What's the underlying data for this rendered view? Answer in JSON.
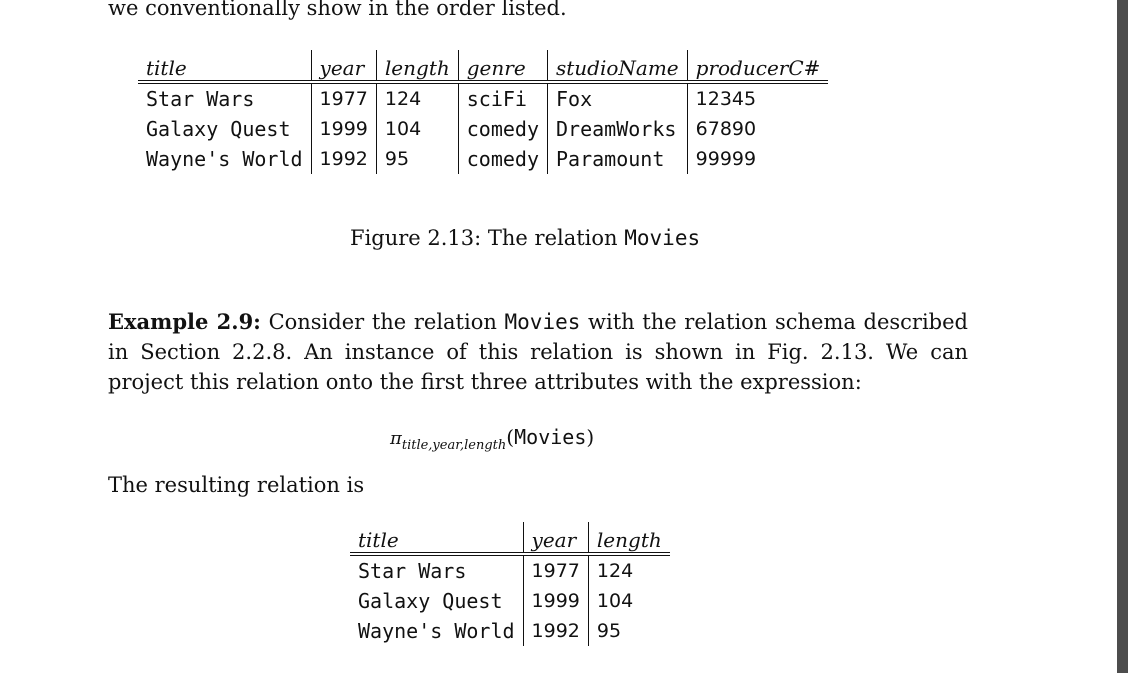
{
  "top_text": "we conventionally show in the order listed.",
  "movies_table": {
    "headers": [
      "title",
      "year",
      "length",
      "genre",
      "studioName",
      "producerC#"
    ],
    "rows": [
      [
        "Star Wars",
        "1977",
        "124",
        "sciFi",
        "Fox",
        "12345"
      ],
      [
        "Galaxy Quest",
        "1999",
        "104",
        "comedy",
        "DreamWorks",
        "67890"
      ],
      [
        "Wayne's World",
        "1992",
        "95",
        "comedy",
        "Paramount",
        "99999"
      ]
    ]
  },
  "figure_caption": {
    "prefix": "Figure 2.13: The relation ",
    "name": "Movies"
  },
  "example": {
    "label": "Example 2.9:",
    "text_before_name": " Consider the relation ",
    "name": "Movies",
    "text_after_name": " with the relation schema described in Section 2.2.8. An instance of this relation is shown in Fig. 2.13. We can project this relation onto the first three attributes with the expression:"
  },
  "expression": {
    "symbol": "π",
    "subscript": "title,year,length",
    "open": "(",
    "argument": "Movies",
    "close": ")"
  },
  "resulting_text": "The resulting relation is",
  "result_table": {
    "headers": [
      "title",
      "year",
      "length"
    ],
    "rows": [
      [
        "Star Wars",
        "1977",
        "124"
      ],
      [
        "Galaxy Quest",
        "1999",
        "104"
      ],
      [
        "Wayne's World",
        "1992",
        "95"
      ]
    ]
  }
}
